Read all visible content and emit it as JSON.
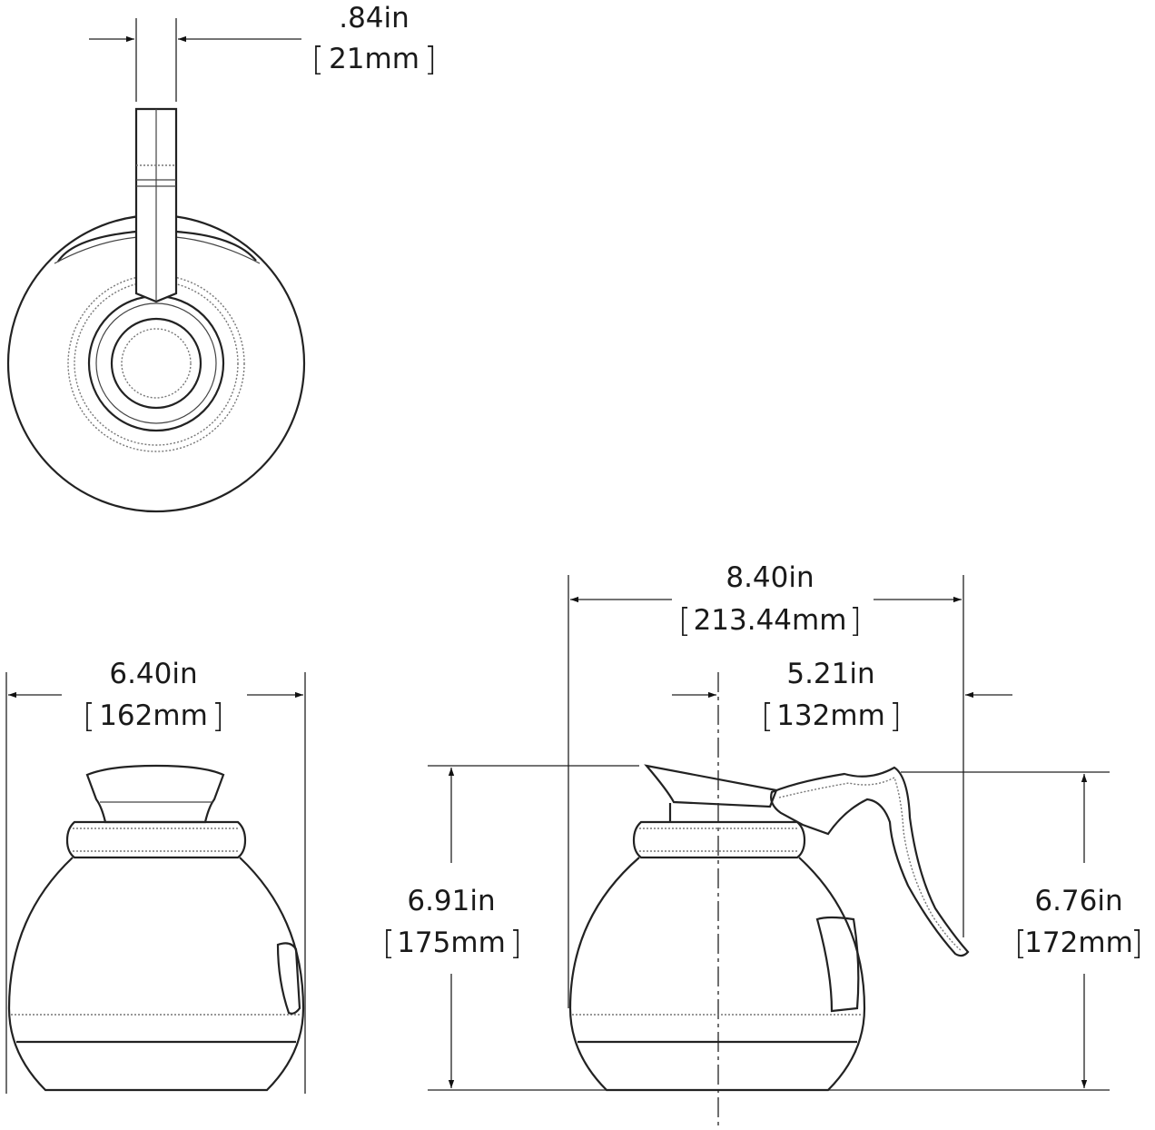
{
  "dimensions": {
    "handle_width": {
      "inch": ".84in",
      "mm": "21mm"
    },
    "base_diameter": {
      "inch": "6.40in",
      "mm": "162mm"
    },
    "overall_length": {
      "inch": "8.40in",
      "mm": "213.44mm"
    },
    "center_to_handle": {
      "inch": "5.21in",
      "mm": "132mm"
    },
    "overall_height": {
      "inch": "6.91in",
      "mm": "175mm"
    },
    "handle_height": {
      "inch": "6.76in",
      "mm": "172mm"
    }
  },
  "brackets": {
    "open": "[",
    "close": "]"
  }
}
